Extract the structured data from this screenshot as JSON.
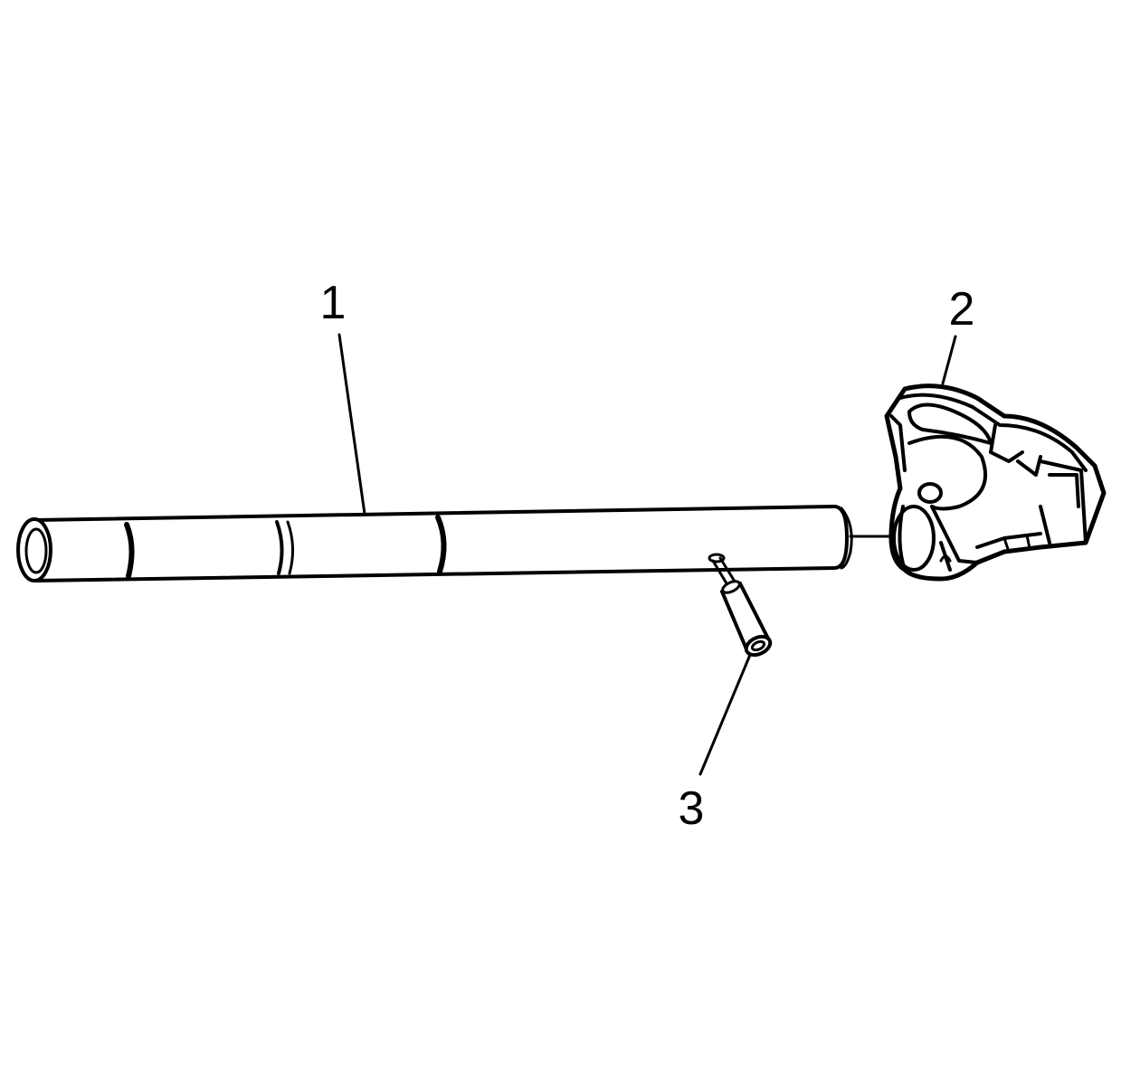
{
  "diagram": {
    "callouts": [
      {
        "id": "1",
        "label": "1"
      },
      {
        "id": "2",
        "label": "2"
      },
      {
        "id": "3",
        "label": "3"
      }
    ],
    "colors": {
      "line": "#000000",
      "background": "#ffffff"
    }
  }
}
